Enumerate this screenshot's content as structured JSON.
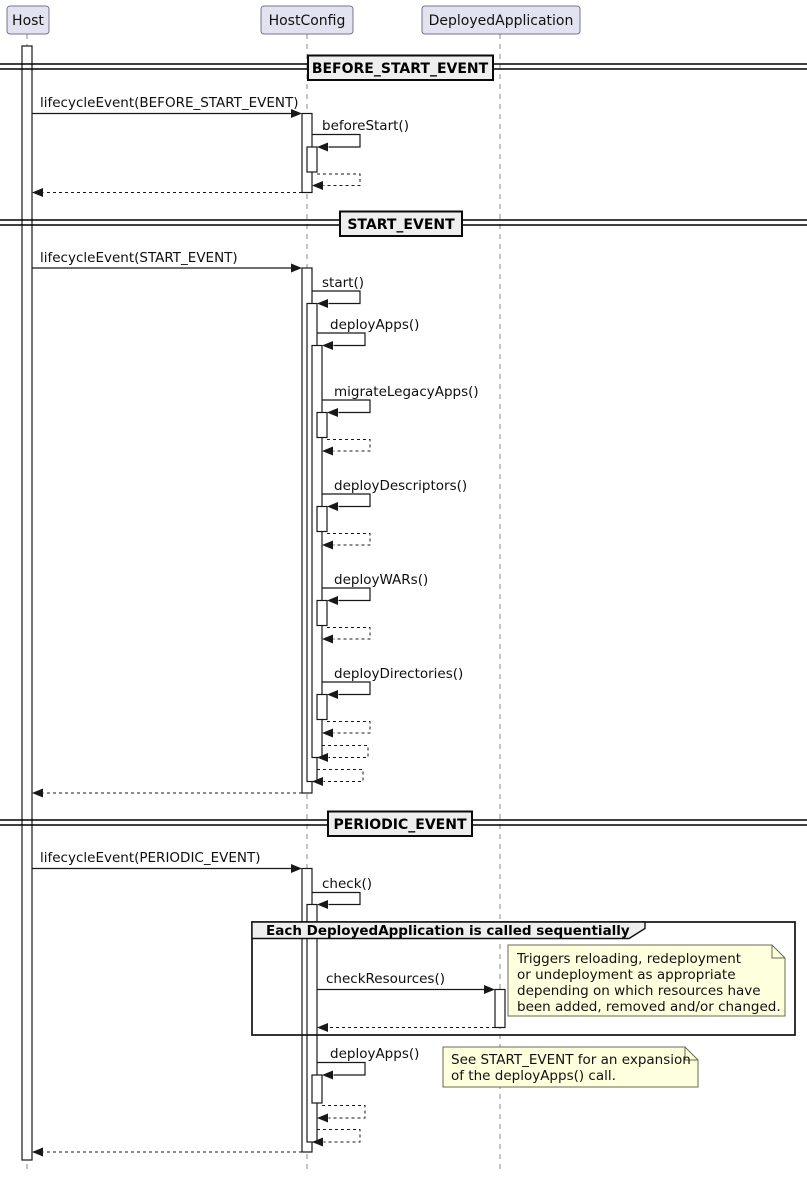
{
  "participants": [
    {
      "label": "Host"
    },
    {
      "label": "HostConfig"
    },
    {
      "label": "DeployedApplication"
    }
  ],
  "dividers": [
    {
      "label": "BEFORE_START_EVENT"
    },
    {
      "label": "START_EVENT"
    },
    {
      "label": "PERIODIC_EVENT"
    }
  ],
  "messages": {
    "lifecycle_before_start": "lifecycleEvent(BEFORE_START_EVENT)",
    "before_start": "beforeStart()",
    "lifecycle_start": "lifecycleEvent(START_EVENT)",
    "start": "start()",
    "deploy_apps": "deployApps()",
    "migrate_legacy_apps": "migrateLegacyApps()",
    "deploy_descriptors": "deployDescriptors()",
    "deploy_wars": "deployWARs()",
    "deploy_directories": "deployDirectories()",
    "lifecycle_periodic": "lifecycleEvent(PERIODIC_EVENT)",
    "check": "check()",
    "check_resources": "checkResources()",
    "deploy_apps_periodic": "deployApps()"
  },
  "group": {
    "label": "Each DeployedApplication is called sequentially"
  },
  "notes": {
    "note1": {
      "lines": [
        "Triggers reloading, redeployment",
        "or undeployment as appropriate",
        "depending on which resources have",
        "been added, removed and/or changed."
      ]
    },
    "note2": {
      "lines": [
        "See START_EVENT for an expansion",
        "of the deployApps() call."
      ]
    }
  },
  "colors": {
    "participant_fill": "#E2E2F0",
    "participant_border": "#76768B",
    "note_fill": "#FEFFDD",
    "divider_fill": "#EEEEEE",
    "line": "#181818",
    "background": "#FFFFFF"
  }
}
